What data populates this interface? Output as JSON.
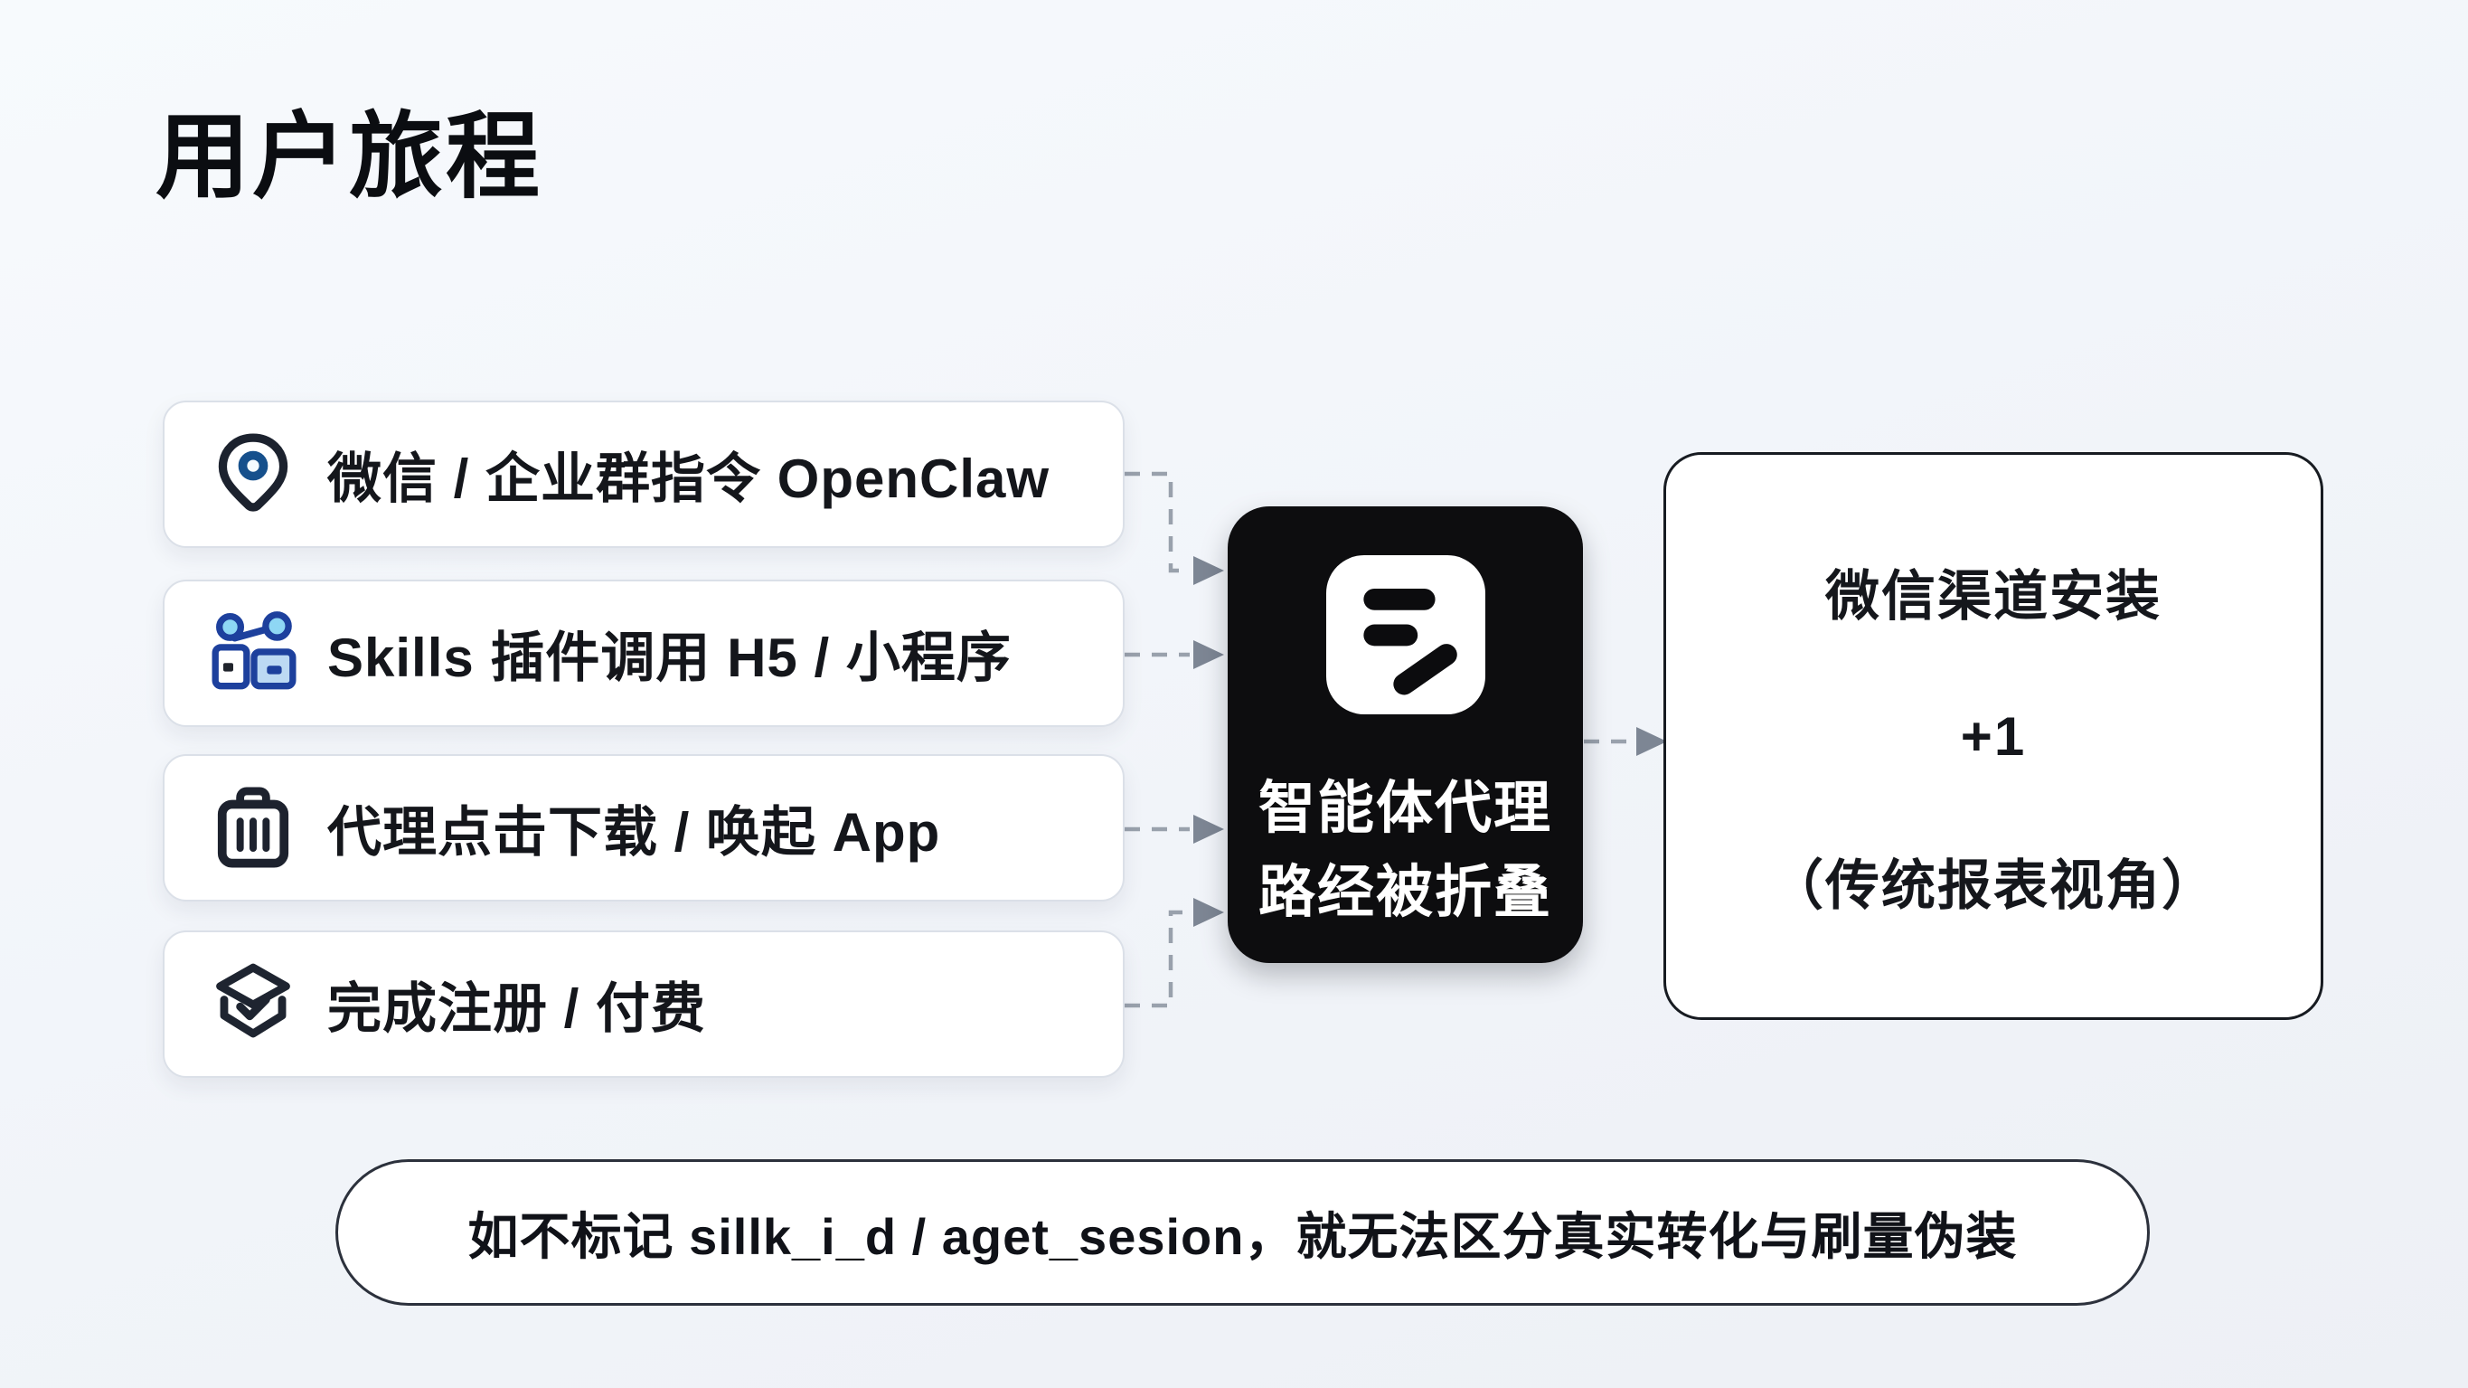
{
  "page": {
    "title": "用户旅程"
  },
  "journey_steps": [
    {
      "icon": "location-pin-icon",
      "label": "微信 / 企业群指令 OpenClaw"
    },
    {
      "icon": "collaboration-icon",
      "label": "Skills 插件调用 H5 / 小程序"
    },
    {
      "icon": "briefcase-icon",
      "label": "代理点击下载 / 唤起 App"
    },
    {
      "icon": "layers-check-icon",
      "label": "完成注册 / 付费"
    }
  ],
  "agent_node": {
    "icon": "agent-list-icon",
    "line1": "智能体代理",
    "line2": "路经被折叠"
  },
  "result_node": {
    "line1": "微信渠道安装",
    "line2": "+1",
    "line3": "（传统报表视角）"
  },
  "note": {
    "text": "如不标记 sillk_i_d / aget_sesion，就无法区分真实转化与刷量伪装"
  },
  "colors": {
    "background": "#f2f5f9",
    "card_border": "#dbe0e8",
    "dark_ink": "#15181e",
    "accent_blue": "#1d409d",
    "accent_cyan": "#8ed7f4",
    "accent_light_blue": "#bcd9f3",
    "pin_ring_blue": "#16508c",
    "agent_box_bg": "#0d0d0f",
    "agent_text": "#ffffff",
    "connector_gray": "#99a1ac",
    "arrowhead_gray": "#7d8694"
  }
}
